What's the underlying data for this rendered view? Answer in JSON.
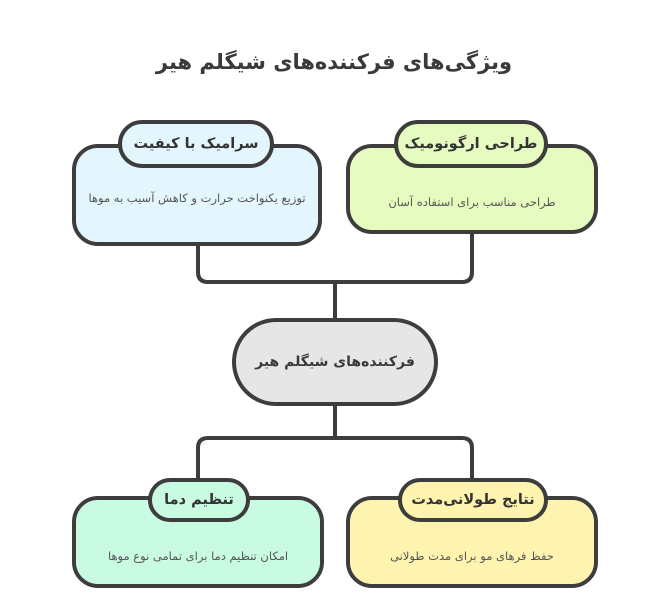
{
  "title": "ویژگی‌های فرکننده‌های شیگلم هیر",
  "center": {
    "label": "فرکننده‌های شیگلم هیر",
    "color": "#e6e6e6"
  },
  "nodes": [
    {
      "id": "ceramic",
      "title": "سرامیک با کیفیت",
      "description": "توزیع یکنواخت حرارت و کاهش آسیب به موها",
      "color": "#e3f5fd"
    },
    {
      "id": "ergonomic",
      "title": "طراحی ارگونومیک",
      "description": "طراحی مناسب برای استفاده آسان",
      "color": "#e6fbbf"
    },
    {
      "id": "temperature",
      "title": "تنظیم دما",
      "description": "امکان تنظیم دما برای تمامی نوع موها",
      "color": "#c9fbe3"
    },
    {
      "id": "longlasting",
      "title": "نتایج طولانی‌مدت",
      "description": "حفظ فرهای مو برای مدت طولانی",
      "color": "#fff3b0"
    }
  ],
  "colors": {
    "stroke": "#3d3d3d",
    "text": "#3a3a3a"
  }
}
